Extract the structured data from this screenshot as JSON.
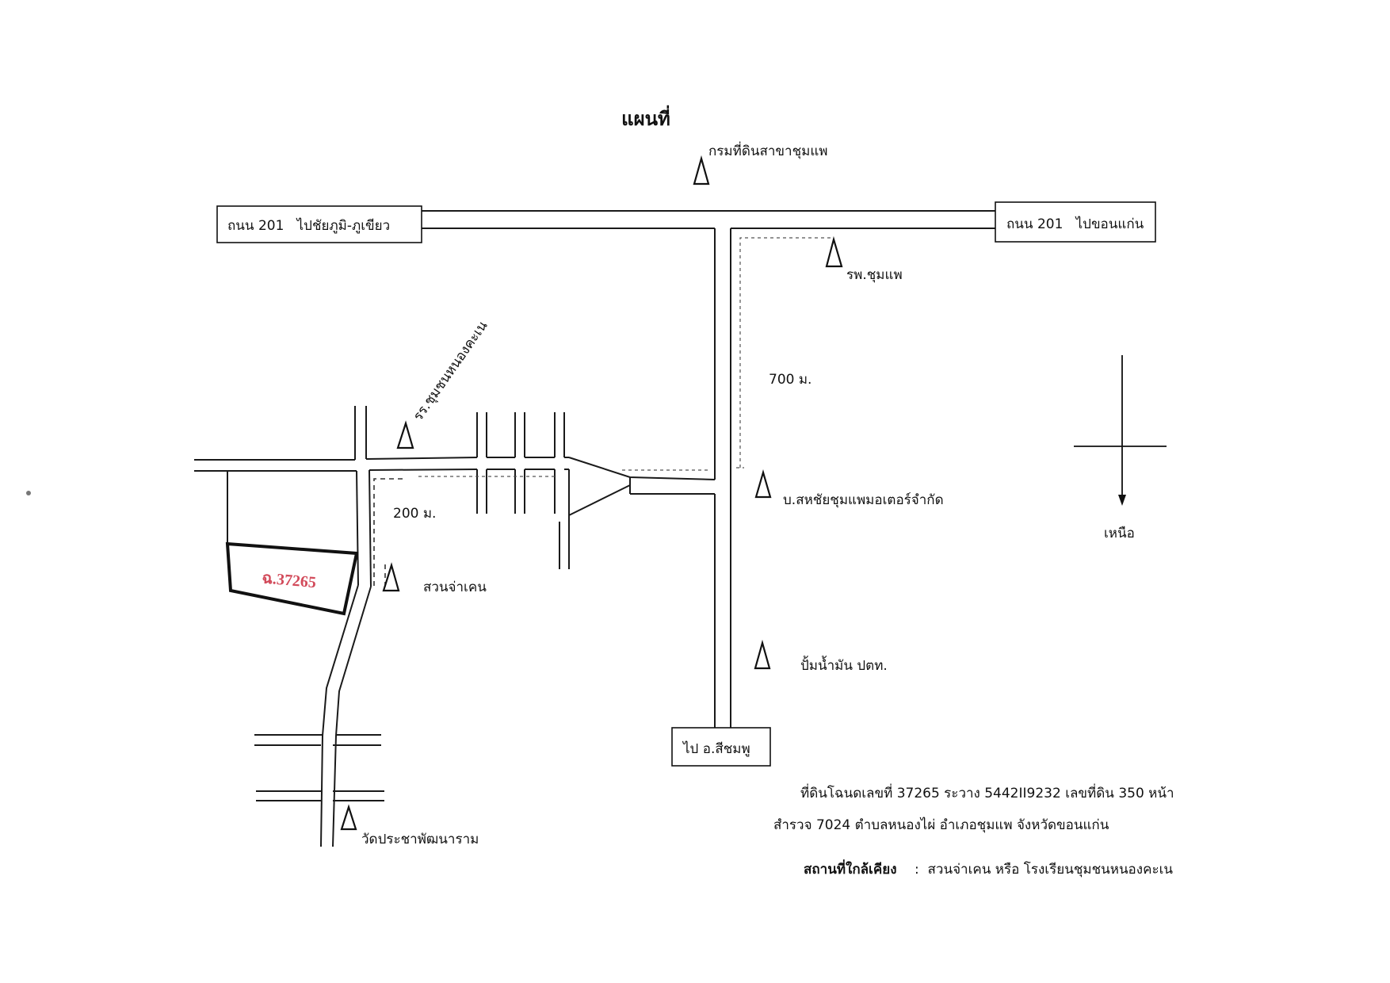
{
  "title": "แผนที่",
  "road_boxes": {
    "west": "ถนน 201   ไปชัยภูมิ-ภูเขียว",
    "east": "ถนน 201   ไปขอนแก่น",
    "south": "ไป อ.สีชมพู"
  },
  "landmarks": {
    "land_office": "กรมที่ดินสาขาชุมแพ",
    "hospital": "รพ.ชุมแพ",
    "school": "รร.ชุมชนหนองคะเน",
    "motor_coop": "บ.สหชัยชุมแพมอเตอร์จำกัด",
    "garden": "สวนจ่าเคน",
    "gas_station": "ปั้มน้ำมัน ปตท.",
    "temple": "วัดประชาพัฒนาราม"
  },
  "distances": {
    "east_segment": "700 ม.",
    "west_segment": "200 ม."
  },
  "parcel_label": "ฉ.37265",
  "compass": {
    "label": "เหนือ"
  },
  "notes": {
    "line1": "ที่ดินโฉนดเลขที่ 37265 ระวาง 5442II9232 เลขที่ดิน 350 หน้า",
    "line2": "สำรวจ 7024 ตำบลหนองไผ่ อำเภอชุมแพ จังหวัดขอนแก่น",
    "nearby_label": "สถานที่ใกล้เคียง",
    "nearby_value": ":  สวนจ่าเคน หรือ โรงเรียนชุมชนหนองคะเน"
  }
}
